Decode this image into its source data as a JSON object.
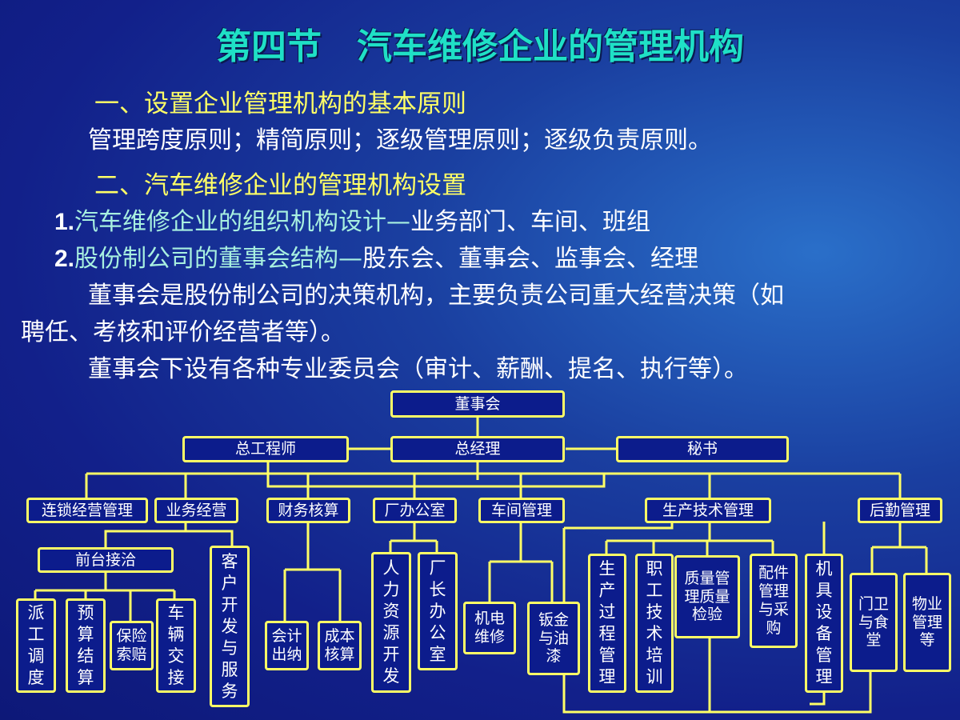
{
  "title": "第四节　汽车维修企业的管理机构",
  "section1": {
    "heading": "一、设置企业管理机构的基本原则",
    "text": "管理跨度原则；精简原则；逐级管理原则；逐级负责原则。"
  },
  "section2": {
    "heading": "二、汽车维修企业的管理机构设置",
    "item1_num": "1.",
    "item1_text": "汽车维修企业的组织机构设计—",
    "item1_rest": "业务部门、车间、班组",
    "item2_num": "2.",
    "item2_text": "股份制公司的董事会结构—",
    "item2_rest": "股东会、董事会、监事会、经理",
    "para1_line1": "董事会是股份制公司的决策机构，主要负责公司重大经营决策（如",
    "para1_line2": "聘任、考核和评价经营者等）。",
    "para2": "董事会下设有各种专业委员会（审计、薪酬、提名、执行等）。"
  },
  "org": {
    "board": "董事会",
    "chief_engineer": "总工程师",
    "gm": "总经理",
    "secretary": "秘书",
    "chain": "连锁经营管理",
    "business": "业务经营",
    "finance": "财务核算",
    "office": "厂办公室",
    "workshop": "车间管理",
    "production": "生产技术管理",
    "logistics": "后勤管理",
    "reception": "前台接洽",
    "dispatch": "派工调度",
    "budget": "预算结算",
    "insurance": "保险索赔",
    "handover": "车辆交接",
    "customer": "客户开发与服务",
    "accounting": "会计出纳",
    "cost": "成本核算",
    "hr": "人力资源开发",
    "director_office": "厂长办公室",
    "electromech": "机电维修",
    "sheet_paint": "钣金与油漆",
    "process": "生产过程管理",
    "training": "职工技术培训",
    "quality": "质量管理质量检验",
    "parts": "配件管理与采购",
    "equipment": "机具设备管理",
    "guard": "门卫与食堂",
    "property": "物业管理等"
  },
  "colors": {
    "title": "#1fe0c6",
    "heading": "#ffff66",
    "line": "#ffff66",
    "text": "#ffffff"
  }
}
